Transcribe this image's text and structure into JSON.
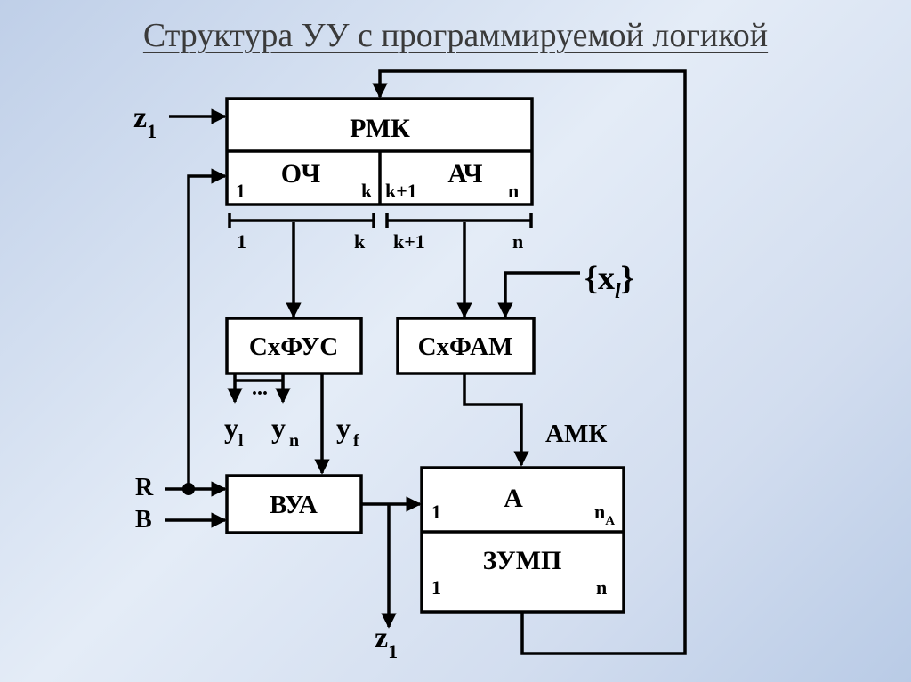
{
  "title": "Структура УУ с программируемой логикой",
  "blocks": {
    "rmk": "РМК",
    "och": "ОЧ",
    "ach": "АЧ",
    "sxfus": "СхФУС",
    "sxfam": "СхФАМ",
    "vua": "ВУА",
    "a": "А",
    "zump": "ЗУМП"
  },
  "indices": {
    "one": "1",
    "k": "k",
    "k_plus_1": "k+1",
    "n": "n",
    "n_a": "n",
    "n_a_sub": "A"
  },
  "signals": {
    "z1_in": "z",
    "z1_in_sub": "1",
    "z1_out": "z",
    "z1_out_sub": "1",
    "x_open": "{x",
    "x_sub": "l",
    "x_close": "}",
    "y1": "y",
    "y1_sub": "l",
    "dots": "...",
    "yn": "y",
    "yn_sub": "n",
    "yf": "y",
    "yf_sub": "f",
    "amk": "АМК",
    "r": "R",
    "b": "B"
  }
}
